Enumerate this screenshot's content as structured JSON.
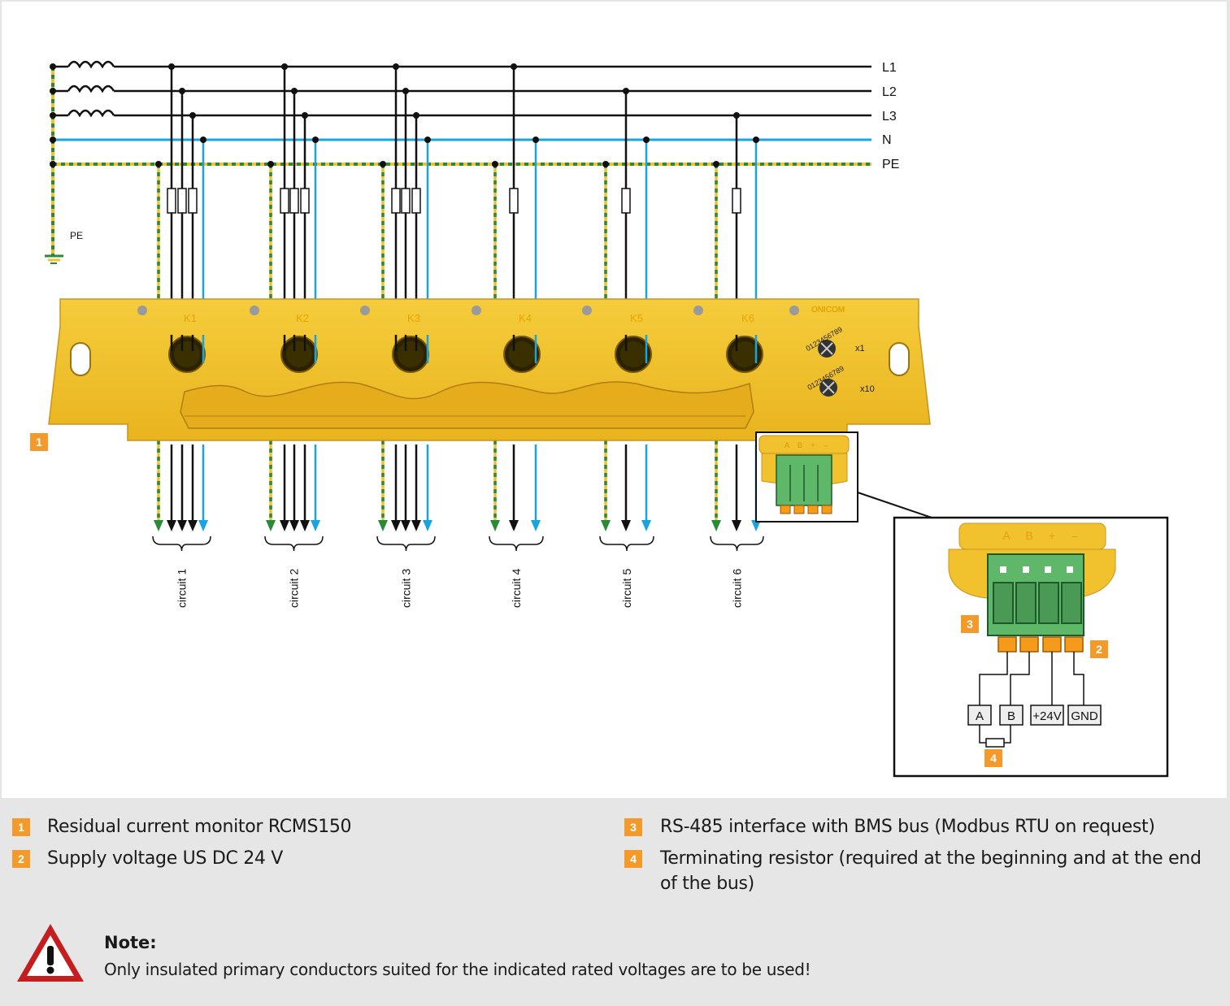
{
  "lines": {
    "L1": "L1",
    "L2": "L2",
    "L3": "L3",
    "N": "N",
    "PE": "PE",
    "earth": "PE"
  },
  "device": {
    "channels": [
      "K1",
      "K2",
      "K3",
      "K4",
      "K5",
      "K6"
    ],
    "brand": "ONICOM",
    "switch_x1_label": "x1",
    "switch_x10_label": "x10",
    "switch_digits": "0123456789",
    "bus_terminals": [
      "A",
      "B",
      "+",
      "–"
    ]
  },
  "circuits": [
    "circuit 1",
    "circuit 2",
    "circuit 3",
    "circuit 4",
    "circuit 5",
    "circuit 6"
  ],
  "terminals": [
    "A",
    "B",
    "+24V",
    "GND"
  ],
  "markers": {
    "device": "1",
    "supply": "2",
    "interface": "3",
    "resistor": "4"
  },
  "legend": [
    {
      "num": "1",
      "text": "Residual current monitor RCMS150"
    },
    {
      "num": "2",
      "text": "Supply voltage US DC 24 V"
    },
    {
      "num": "3",
      "text": "RS-485 interface with BMS bus (Modbus RTU on request)"
    },
    {
      "num": "4",
      "text": "Terminating resistor (required at the beginning and at the end of the bus)"
    }
  ],
  "note": {
    "title": "Note:",
    "text": "Only insulated primary conductors suited for the indicated rated voltages are to be used!"
  },
  "colors": {
    "housing": "#f2c12e",
    "neutral": "#1aa3dc",
    "pe_green": "#2a8a3a",
    "pe_yellow": "#f2c12e",
    "marker": "#f39a2b",
    "connector": "#5fb86a",
    "connector_pins": "#f59a1a"
  }
}
